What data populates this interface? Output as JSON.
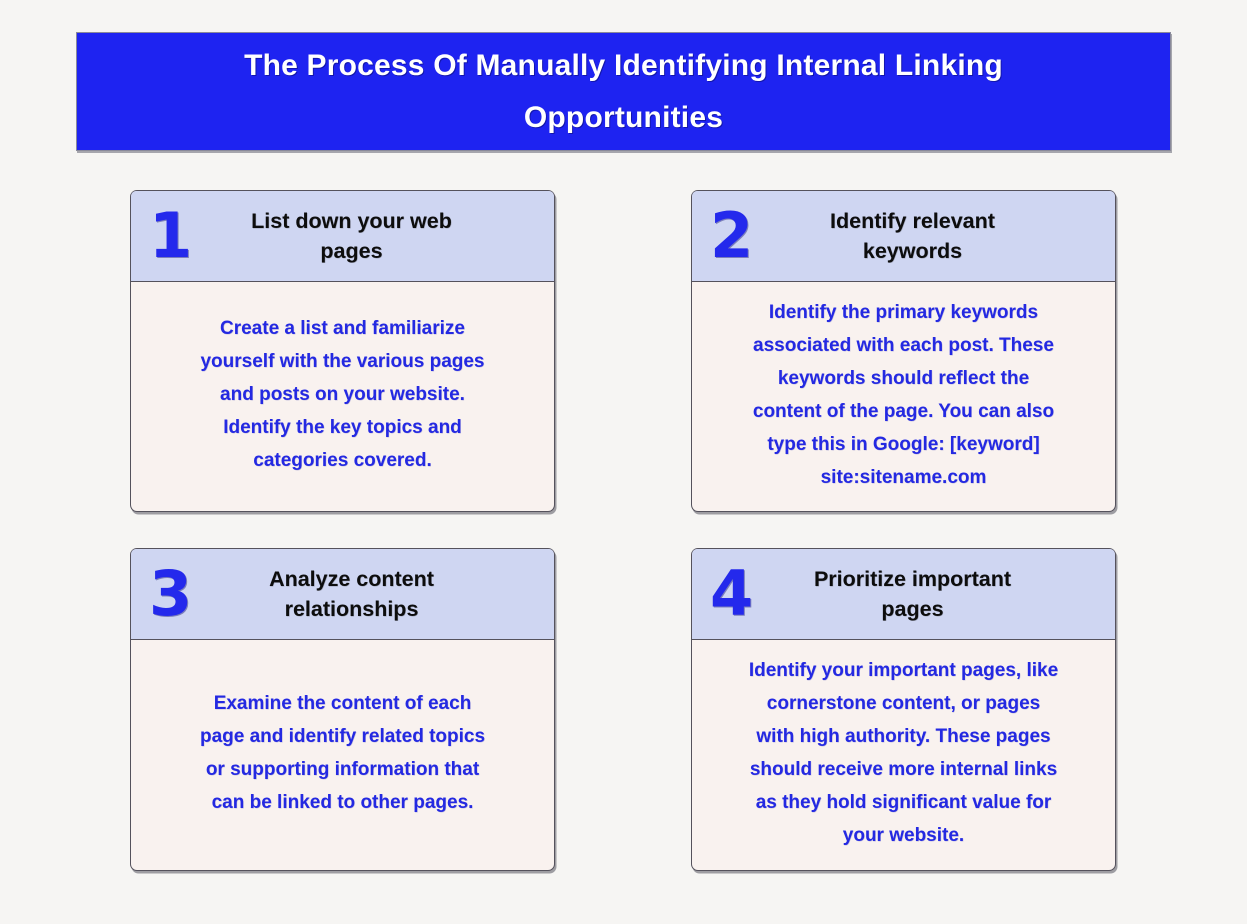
{
  "header": {
    "title": "The Process Of Manually Identifying Internal Linking\nOpportunities"
  },
  "colors": {
    "page_bg": "#f6f5f3",
    "banner_bg": "#1e23f1",
    "banner_text": "#ffffff",
    "card_header_bg": "#cfd6f2",
    "card_body_bg": "#f9f2ef",
    "card_border": "#55525c",
    "step_number_color": "#2429ec",
    "step_title_color": "#0d0d0d",
    "description_color": "#2429e2"
  },
  "steps": [
    {
      "number": "1",
      "title": "List down your web\npages",
      "description": "Create a list and familiarize\nyourself with the various pages\nand posts on your website.\nIdentify the key topics and\ncategories covered."
    },
    {
      "number": "2",
      "title": "Identify relevant\nkeywords",
      "description": "Identify the primary keywords\nassociated with each post. These\nkeywords should reflect the\ncontent of the page. You can also\ntype this in Google: [keyword]\nsite:sitename.com"
    },
    {
      "number": "3",
      "title": "Analyze content\nrelationships",
      "description": "Examine the content of each\npage and identify related topics\nor supporting information that\ncan be linked to other pages."
    },
    {
      "number": "4",
      "title": "Prioritize important\npages",
      "description": "Identify your important pages, like\ncornerstone content, or pages\nwith high authority. These pages\nshould receive more internal links\nas they hold significant value for\nyour website."
    }
  ]
}
